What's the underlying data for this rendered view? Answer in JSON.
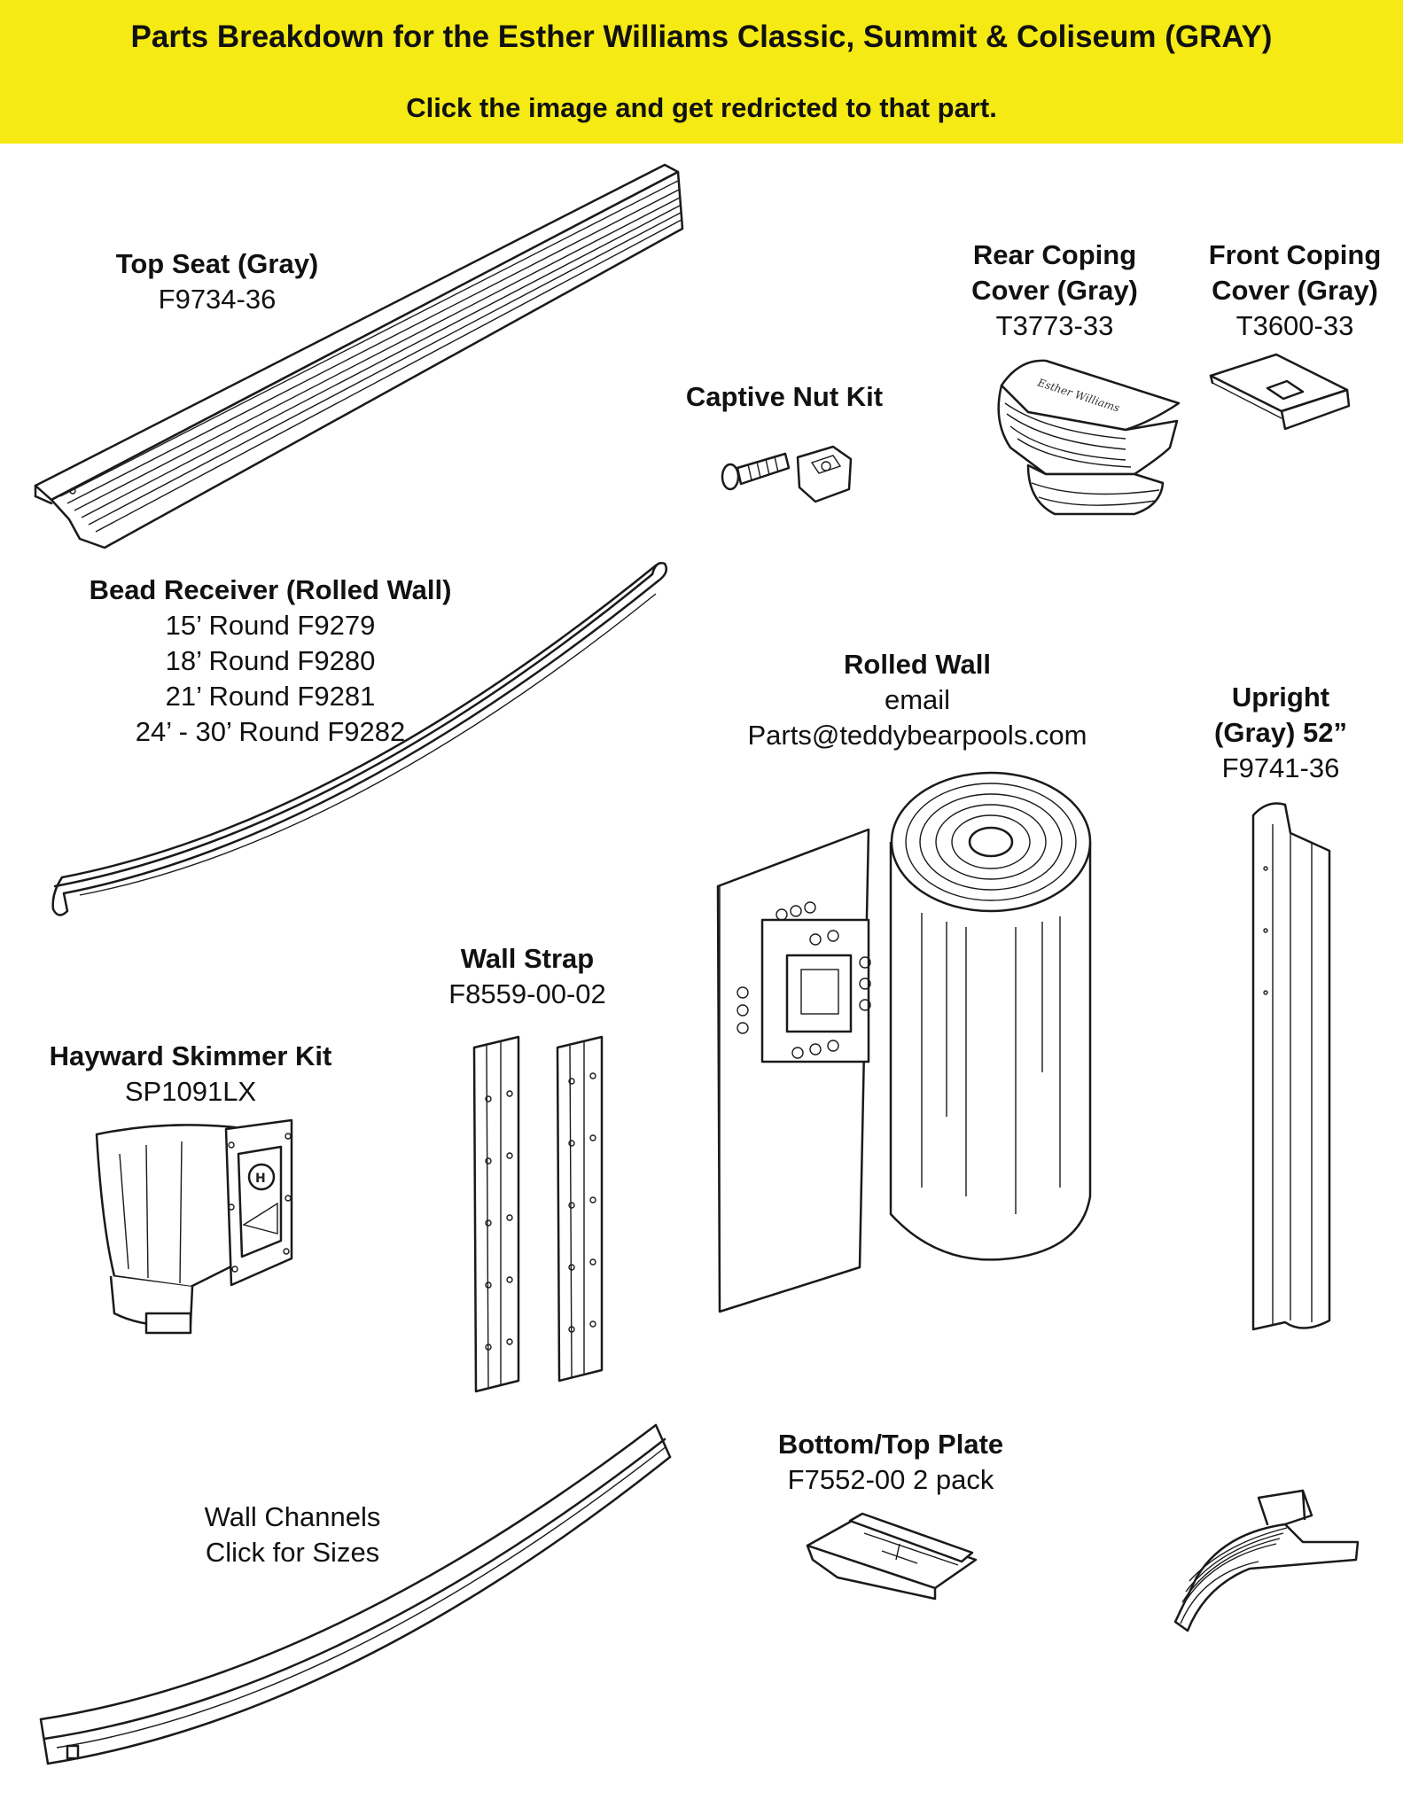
{
  "header": {
    "title": "Parts Breakdown for the Esther Williams Classic, Summit & Coliseum (GRAY)",
    "subtitle": "Click the image and get redricted to that part."
  },
  "colors": {
    "banner": "#f5ea14",
    "text": "#111111",
    "line": "#1a1a1a"
  },
  "parts": {
    "top_seat": {
      "name": "Top Seat (Gray)",
      "code": "F9734-36"
    },
    "captive_nut": {
      "name": "Captive Nut Kit"
    },
    "rear_coping": {
      "name1": "Rear Coping",
      "name2": "Cover (Gray)",
      "code": "T3773-33"
    },
    "front_coping": {
      "name1": "Front Coping",
      "name2": "Cover (Gray)",
      "code": "T3600-33"
    },
    "bead_receiver": {
      "name": "Bead Receiver (Rolled Wall)",
      "sizes": [
        "15’ Round F9279",
        "18’ Round F9280",
        "21’ Round F9281",
        "24’ - 30’  Round F9282"
      ]
    },
    "rolled_wall": {
      "name": "Rolled Wall",
      "line1": "email",
      "line2": "Parts@teddybearpools.com"
    },
    "upright": {
      "name1": "Upright",
      "name2": "(Gray) 52”",
      "code": "F9741-36"
    },
    "wall_strap": {
      "name": "Wall Strap",
      "code": "F8559-00-02"
    },
    "skimmer": {
      "name": "Hayward Skimmer Kit",
      "code": "SP1091LX"
    },
    "wall_channels": {
      "line1": "Wall Channels",
      "line2": "Click for Sizes"
    },
    "bottom_plate": {
      "name": "Bottom/Top Plate",
      "code": "F7552-00 2 pack"
    },
    "stabilizer": {}
  }
}
